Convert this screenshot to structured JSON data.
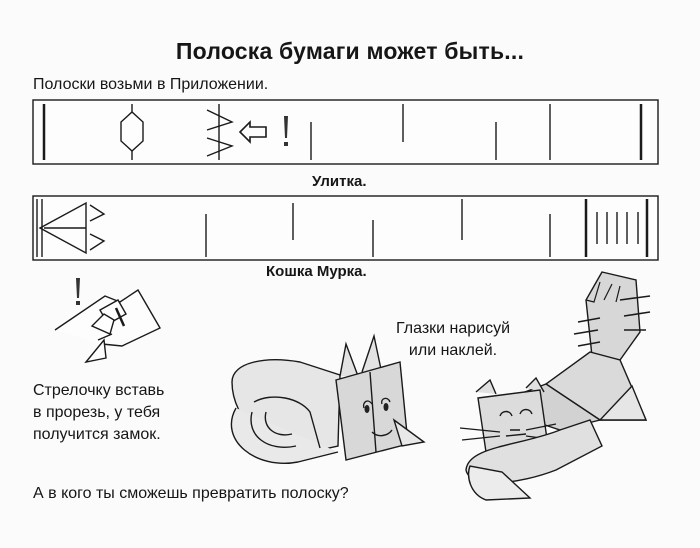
{
  "page": {
    "title": "Полоска бумаги может быть...",
    "intro": "Полоски возьми в Приложении.",
    "strips": [
      {
        "caption": "Улитка."
      },
      {
        "caption": "Кошка Мурка."
      }
    ],
    "notes": {
      "arrow_lines": [
        "Стрелочку вставь",
        "в прорезь, у тебя",
        "получится замок."
      ],
      "eyes_lines": [
        "Глазки нарисуй",
        "или наклей."
      ]
    },
    "question": "А в кого ты сможешь превратить полоску?"
  }
}
